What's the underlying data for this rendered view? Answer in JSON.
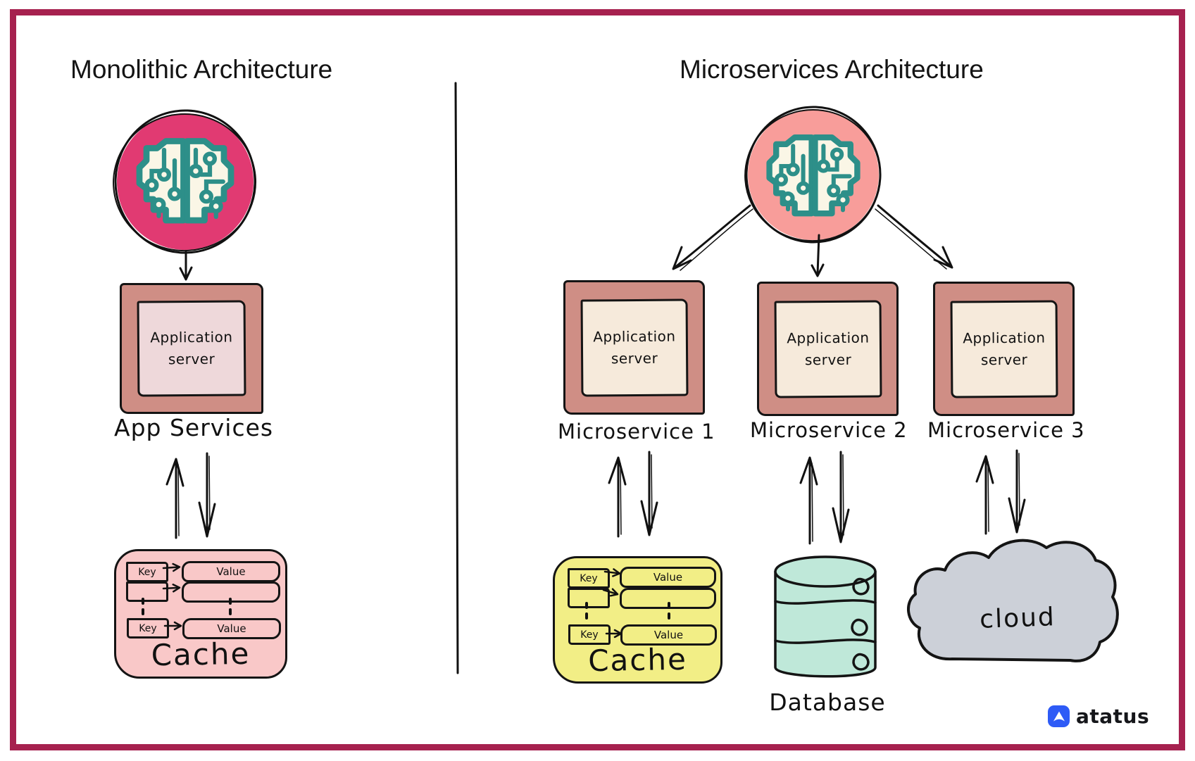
{
  "titles": {
    "monolithic": "Monolithic Architecture",
    "microservices": "Microservices Architecture"
  },
  "monolithic": {
    "server": {
      "line1": "Application",
      "line2": "server"
    },
    "services_label": "App Services",
    "cache": {
      "label": "Cache",
      "rows": [
        {
          "key": "Key",
          "value": "Value"
        },
        {
          "key": "",
          "value": ""
        },
        {
          "key": "Key",
          "value": "Value"
        }
      ]
    }
  },
  "microservices": {
    "services": [
      {
        "label": "Microservice 1",
        "server_line1": "Application",
        "server_line2": "server"
      },
      {
        "label": "Microservice 2",
        "server_line1": "Application",
        "server_line2": "server"
      },
      {
        "label": "Microservice 3",
        "server_line1": "Application",
        "server_line2": "server"
      }
    ],
    "cache": {
      "label": "Cache",
      "rows": [
        {
          "key": "Key",
          "value": "Value"
        },
        {
          "key": "",
          "value": ""
        },
        {
          "key": "Key",
          "value": "Value"
        }
      ]
    },
    "database": {
      "label": "Database"
    },
    "cloud": {
      "label": "cloud"
    }
  },
  "branding": {
    "name": "atatus"
  },
  "colors": {
    "frame_border": "#a6214f",
    "mono_brain_circle": "#e13a72",
    "ms_brain_circle": "#f89d9a",
    "brain_fill": "#faf6e6",
    "brain_stroke": "#2d8f89",
    "server_frame": "#cf8e85",
    "server_inner_mono": "#eed8da",
    "server_inner_ms": "#f6eadb",
    "cache_mono": "#f9c8c8",
    "cache_ms": "#f2ee86",
    "database": "#bfe8d9",
    "cloud": "#ccd0d8",
    "logo_blue": "#2e5bf6"
  }
}
